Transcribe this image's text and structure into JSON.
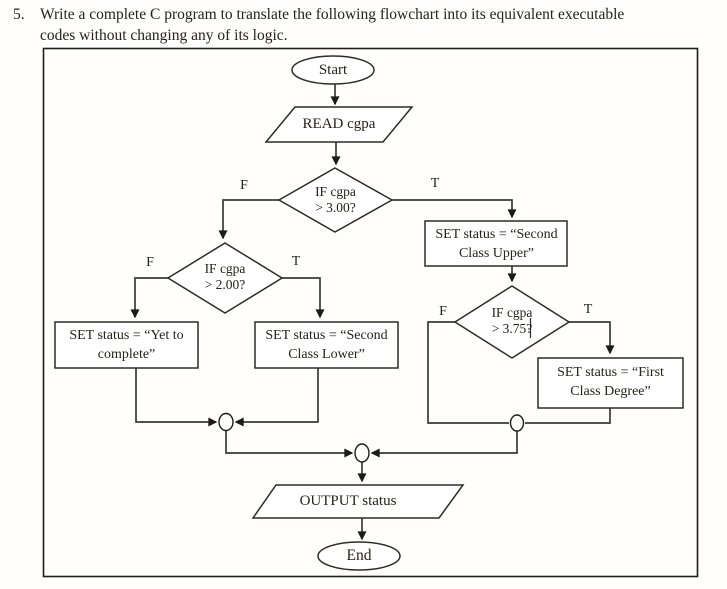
{
  "question": {
    "number": "5.",
    "line1": "Write a complete C program to translate the following flowchart into its equivalent executable",
    "line2": "codes without changing any of its logic."
  },
  "flowchart": {
    "start": {
      "label": "Start"
    },
    "read": {
      "label": "READ cgpa"
    },
    "decision_cgpa_3_00": {
      "line1": "IF cgpa",
      "line2": "> 3.00?",
      "false_label": "F",
      "true_label": "T"
    },
    "decision_cgpa_2_00": {
      "line1": "IF cgpa",
      "line2": "> 2.00?",
      "false_label": "F",
      "true_label": "T"
    },
    "decision_cgpa_3_75": {
      "line1": "IF cgpa",
      "line2": "> 3.75?",
      "false_label": "F",
      "true_label": "T"
    },
    "set_second_upper": {
      "line1": "SET status = “Second",
      "line2": "Class Upper”"
    },
    "set_yet_to_complete": {
      "line1": "SET status = “Yet to",
      "line2": "complete”"
    },
    "set_second_lower": {
      "line1": "SET status = “Second",
      "line2": "Class Lower”"
    },
    "set_first_class": {
      "line1": "SET status = “First",
      "line2": "Class Degree”"
    },
    "output": {
      "label": "OUTPUT status"
    },
    "end": {
      "label": "End"
    }
  },
  "colors": {
    "ink": "#26221c",
    "line": "#3a3a3a",
    "background": "#ffffff"
  }
}
